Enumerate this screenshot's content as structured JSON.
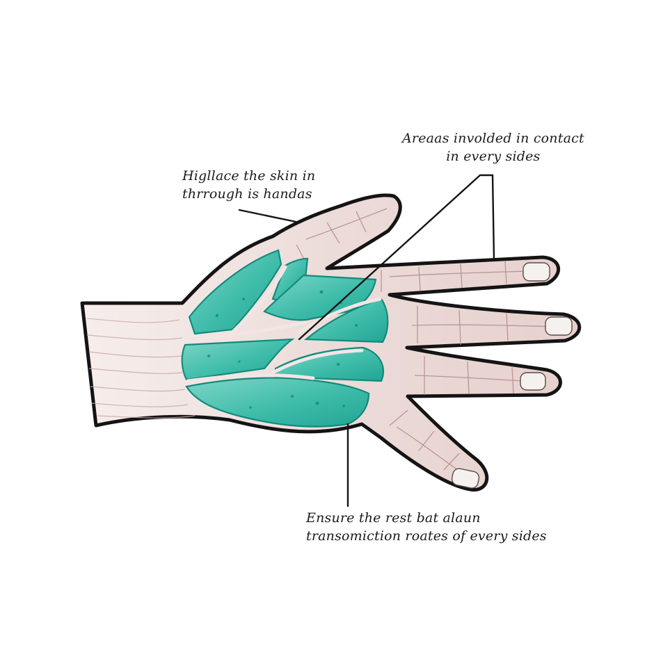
{
  "annotations": {
    "top_left": {
      "line1": "Higllace the skin in",
      "line2": "thrrough is handas"
    },
    "top_right": {
      "line1": "Areaas involded in contact",
      "line2": "in every sides"
    },
    "bottom": {
      "line1": "Ensure the rest bat alaun",
      "line2": "transomiction roates of every sides"
    }
  },
  "colors": {
    "highlight": "#2fb3a2",
    "highlight_dark": "#128a7c",
    "skin": "#ead6d3",
    "skin_line": "#b48e8c",
    "outline": "#141414"
  }
}
